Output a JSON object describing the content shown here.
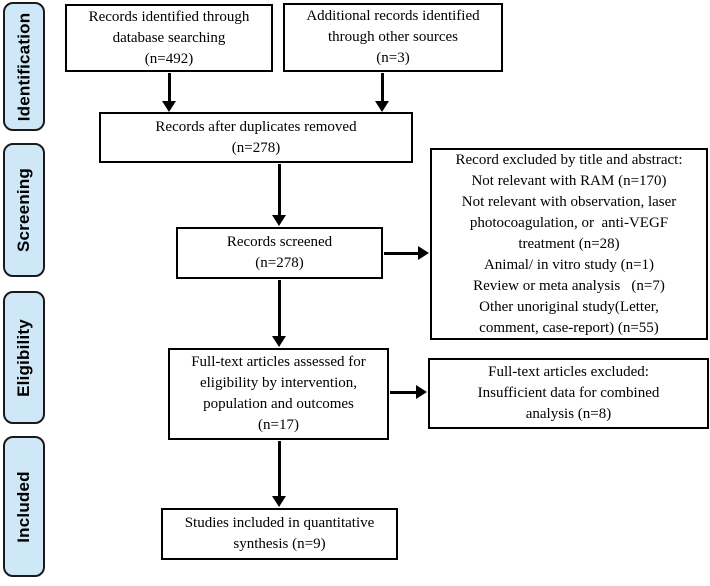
{
  "sidebar": {
    "stages": [
      {
        "label": "Identification"
      },
      {
        "label": "Screening"
      },
      {
        "label": "Eligibility"
      },
      {
        "label": "Included"
      }
    ]
  },
  "flow": {
    "identification": {
      "records_db": {
        "text": "Records identified through\ndatabase searching\n(n=492)"
      },
      "records_other": {
        "text": "Additional records identified\nthrough other sources\n(n=3)"
      },
      "after_duplicates": {
        "text": "Records after duplicates removed\n(n=278)"
      }
    },
    "screening": {
      "screened": {
        "text": "Records screened\n(n=278)"
      },
      "excluded": {
        "text": "Record excluded by title and abstract:\nNot relevant with RAM (n=170)\nNot relevant with observation, laser\nphotocoagulation, or  anti-VEGF\ntreatment (n=28)\nAnimal/ in vitro study (n=1)\nReview or meta analysis   (n=7)\nOther unoriginal study(Letter,\ncomment, case-report) (n=55)"
      }
    },
    "eligibility": {
      "assessed": {
        "text": "Full-text articles assessed for\neligibility by intervention,\npopulation and outcomes\n(n=17)"
      },
      "excluded": {
        "text": "Full-text articles excluded:\nInsufficient data for combined\nanalysis (n=8)"
      }
    },
    "included": {
      "quantitative": {
        "text": "Studies included in quantitative\nsynthesis (n=9)"
      }
    }
  },
  "colors": {
    "stage_fill": "#cfe8f8",
    "stage_border": "#1a1a1a",
    "box_fill": "#ffffff",
    "box_border": "#000000",
    "arrow": "#000000",
    "text": "#000000"
  }
}
